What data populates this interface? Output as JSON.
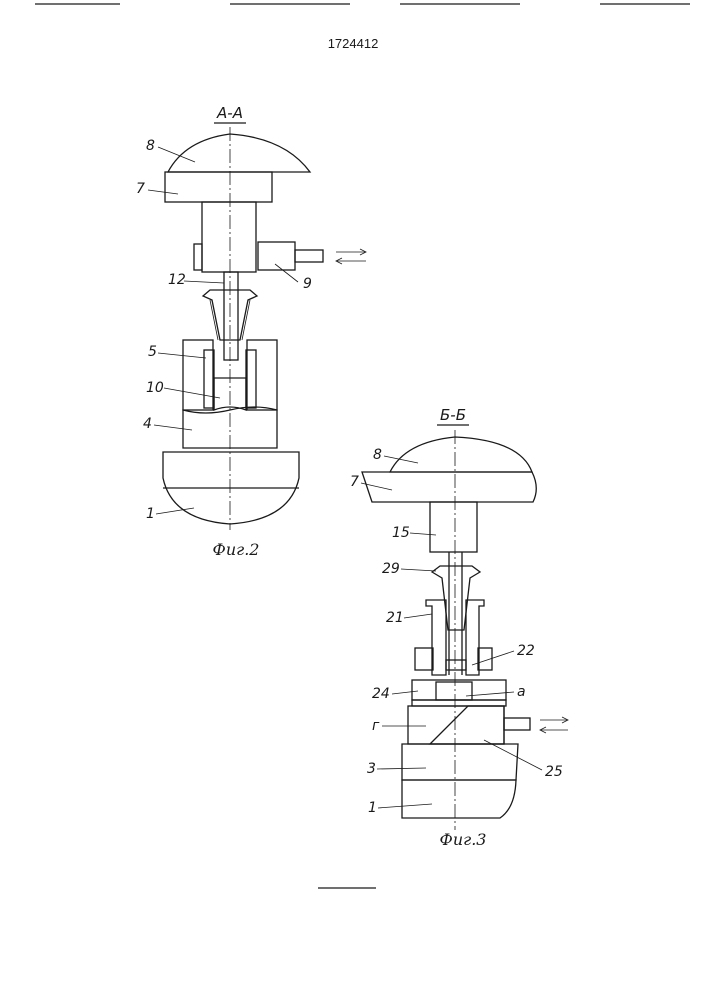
{
  "header": {
    "patent_number": "1724412"
  },
  "fig2": {
    "section_title": "А-А",
    "caption": "Фиг.2",
    "labels": {
      "l8": "8",
      "l7": "7",
      "l12": "12",
      "l9": "9",
      "l5": "5",
      "l10": "10",
      "l4": "4",
      "l1": "1"
    }
  },
  "fig3": {
    "section_title": "Б-Б",
    "caption": "Фиг.3",
    "labels": {
      "l8": "8",
      "l7": "7",
      "l15": "15",
      "l29": "29",
      "l21": "21",
      "l22": "22",
      "l24": "24",
      "la": "а",
      "lg": "г",
      "l3": "3",
      "l25": "25",
      "l1": "1"
    }
  }
}
